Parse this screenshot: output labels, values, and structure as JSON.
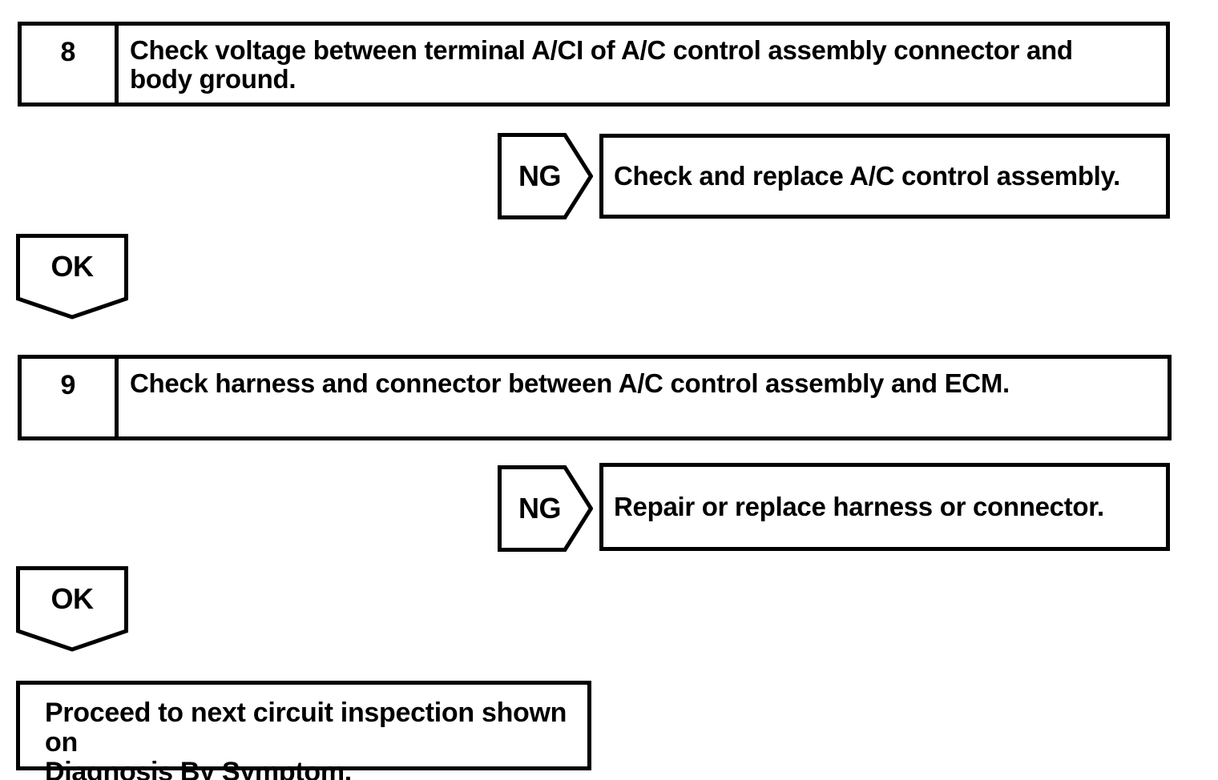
{
  "page": {
    "background": "#ffffff",
    "ink_color": "#000000"
  },
  "flowchart": {
    "steps": [
      {
        "number": "8",
        "instruction_lines": [
          "Check voltage between terminal A/CI of A/C control assembly connector and",
          "body ground."
        ],
        "ng_label": "NG",
        "ng_action": "Check and replace A/C control assembly.",
        "ok_label": "OK"
      },
      {
        "number": "9",
        "instruction_lines": [
          "Check harness and connector between A/C control assembly and ECM."
        ],
        "ng_label": "NG",
        "ng_action": "Repair or replace harness or connector.",
        "ok_label": "OK"
      }
    ],
    "final_action_lines": [
      "Proceed to next circuit inspection shown on",
      "Diagnosis By Symptom."
    ]
  }
}
